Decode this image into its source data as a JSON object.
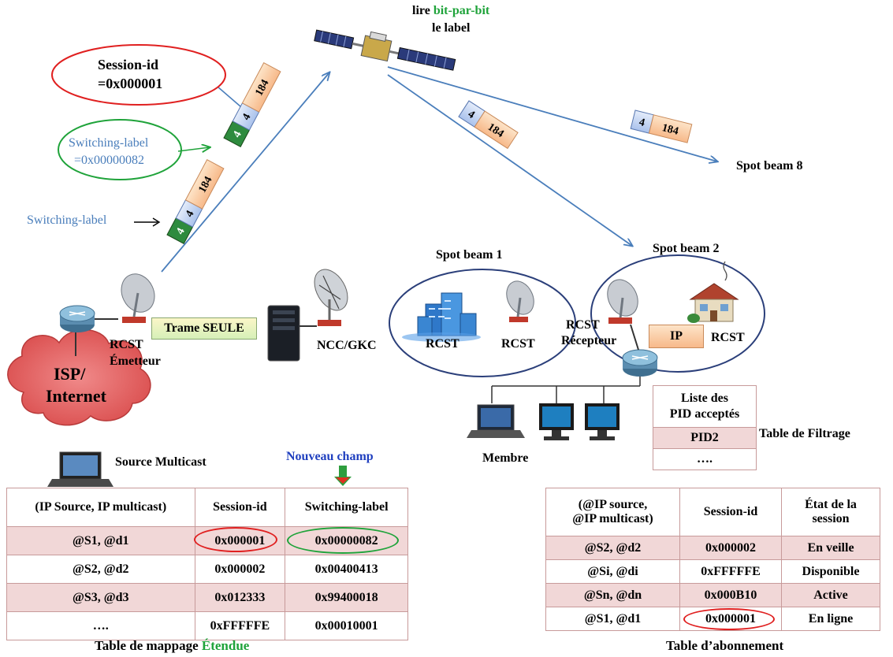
{
  "satellite": {
    "read_prefix": "lire ",
    "read_emph": "bit-par-bit",
    "read_suffix": "le label"
  },
  "callouts": {
    "session_id": "Session-id",
    "session_id_value": "=0x000001",
    "switching_label": "Switching-label",
    "switching_label_value": "=0x00000082",
    "switching_label_arrow": "Switching-label"
  },
  "packet_fields": {
    "header": "4",
    "payload": "184"
  },
  "beams": {
    "beam8": "Spot beam 8",
    "beam1": "Spot beam 1",
    "beam2": "Spot beam 2"
  },
  "stations": {
    "trame": "Trame SEULE",
    "rcst_emetteur_line1": "RCST",
    "rcst_emetteur_line2": "Émetteur",
    "ncc": "NCC/GKC",
    "isp_line1": "ISP/",
    "isp_line2": "Internet",
    "rcst": "RCST",
    "rcst_recepteur_line1": "RCST",
    "rcst_recepteur_line2": "Récepteur",
    "ip": "IP",
    "membre": "Membre",
    "source_multicast": "Source Multicast"
  },
  "filter_table": {
    "header_line1": "Liste des",
    "header_line2": "PID acceptés",
    "rows": [
      "PID2",
      "…."
    ],
    "caption": "Table de Filtrage"
  },
  "mapping_table": {
    "new_field": "Nouveau champ",
    "headers": [
      "(IP Source, IP multicast)",
      "Session-id",
      "Switching-label"
    ],
    "rows": [
      [
        "@S1, @d1",
        "0x000001",
        "0x00000082"
      ],
      [
        "@S2, @d2",
        "0x000002",
        "0x00400413"
      ],
      [
        "@S3, @d3",
        "0x012333",
        "0x99400018"
      ],
      [
        "….",
        "0xFFFFFE",
        "0x00010001"
      ]
    ],
    "caption_prefix": "Table de mappage ",
    "caption_emph": "Étendue"
  },
  "subscription_table": {
    "header_col1_line1": "(@IP source,",
    "header_col1_line2": "@IP multicast)",
    "header_col2": "Session-id",
    "header_col3_line1": "État de la",
    "header_col3_line2": "session",
    "rows": [
      [
        "@S2, @d2",
        "0x000002",
        "En veille"
      ],
      [
        "@Si, @di",
        "0xFFFFFE",
        "Disponible"
      ],
      [
        "@Sn, @dn",
        "0x000B10",
        "Active"
      ],
      [
        "@S1, @d1",
        "0x000001",
        "En ligne"
      ]
    ],
    "caption": "Table d’abonnement"
  }
}
